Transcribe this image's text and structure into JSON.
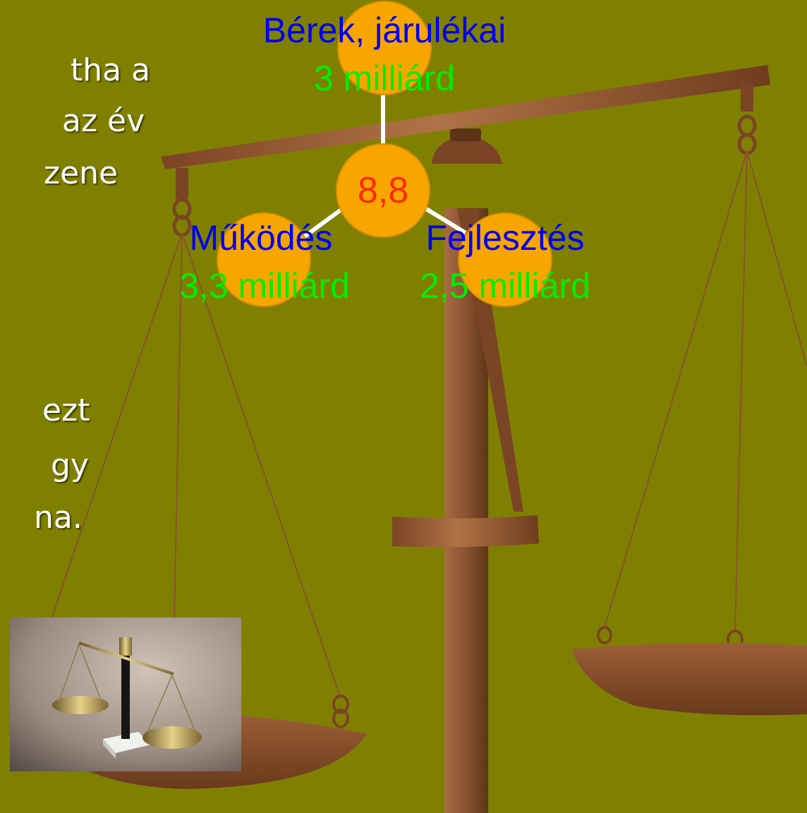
{
  "slide": {
    "background": "#808000",
    "text_fragments": [
      {
        "id": "frag-1",
        "text": "tha a"
      },
      {
        "id": "frag-2",
        "text": "az év"
      },
      {
        "id": "frag-3",
        "text": "zene"
      },
      {
        "id": "frag-4",
        "text": "ezt"
      },
      {
        "id": "frag-5",
        "text": "gy"
      },
      {
        "id": "frag-6",
        "text": "na."
      }
    ]
  },
  "diagram": {
    "center": {
      "value": "8,8",
      "color": "#ff2a00"
    },
    "nodes": {
      "top": {
        "label": "Bérek, járulékai",
        "value": "3 milliárd"
      },
      "left": {
        "label": "Működés",
        "value": "3,3 milliárd"
      },
      "right": {
        "label": "Fejlesztés",
        "value": "2,5 milliárd"
      }
    },
    "node_fill": "#f7a600",
    "label_color": "#0000ee",
    "value_color": "#00ee00",
    "connector_color": "#ffffff"
  },
  "illustration": {
    "scale_icon": "balance-scale-icon",
    "photo_icon": "scales-photo-icon",
    "wood_color": "#8a5230"
  }
}
